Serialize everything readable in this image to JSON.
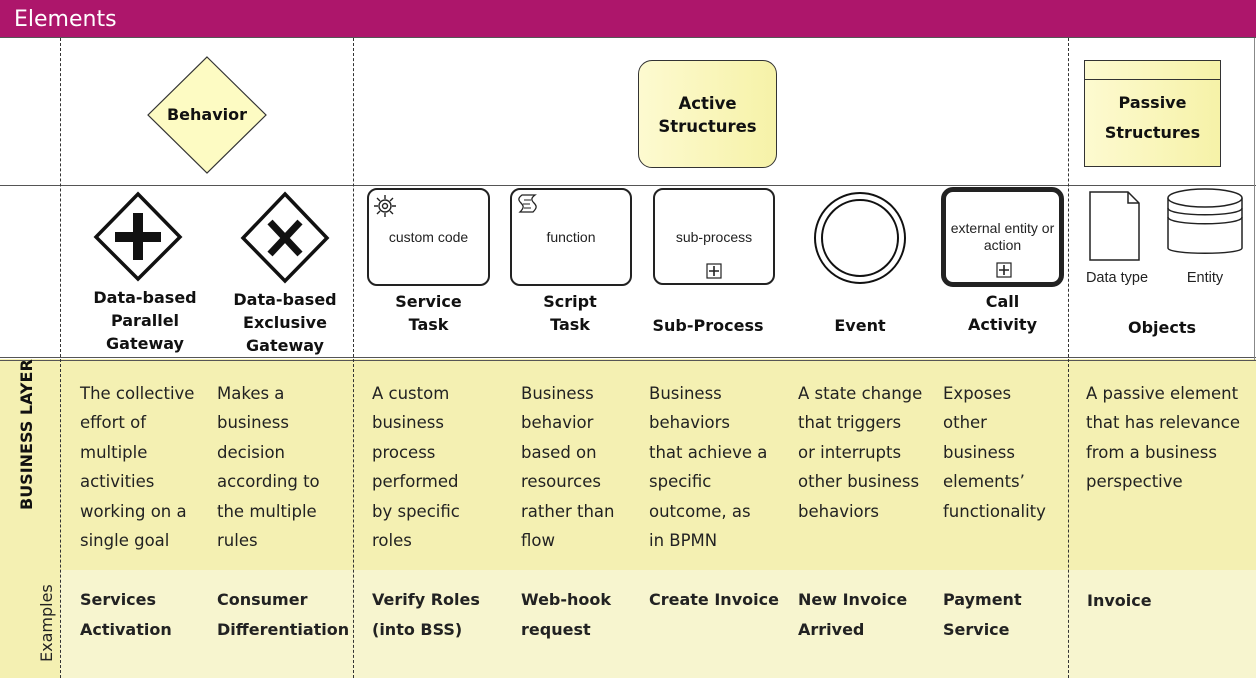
{
  "header": {
    "title": "Elements"
  },
  "categories": {
    "behavior": "Behavior",
    "active_structures": [
      "Active",
      "Structures"
    ],
    "passive_structures": [
      "Passive",
      "Structures"
    ]
  },
  "row_labels": {
    "business_layer": "BUSINESS LAYER",
    "examples": "Examples"
  },
  "shapes": {
    "service_task_text": "custom code",
    "script_task_text": "function",
    "sub_process_text": "sub-process",
    "call_activity_text": [
      "external entity or",
      "action"
    ],
    "data_type": "Data type",
    "entity": "Entity"
  },
  "icons": [
    "plus-gateway-icon",
    "x-gateway-icon",
    "gear-icon",
    "script-icon",
    "expand-plus-icon",
    "event-circle-icon",
    "document-icon",
    "database-icon"
  ],
  "colors": {
    "header": "#ad166b",
    "business_band": "#f4f0b2",
    "examples_band": "#f7f5cf",
    "shape_fill": "#f8f5ba"
  },
  "columns": [
    {
      "title": [
        "Data-based",
        "Parallel",
        "Gateway"
      ],
      "description": [
        "The collective",
        "effort of",
        "multiple",
        "activities",
        "working on a",
        "single goal"
      ],
      "example": [
        "Services",
        "Activation"
      ]
    },
    {
      "title": [
        "Data-based",
        "Exclusive",
        "Gateway"
      ],
      "description": [
        "Makes a",
        "business",
        "decision",
        "according to",
        "the multiple",
        "rules"
      ],
      "example": [
        "Consumer",
        "Differentiation"
      ]
    },
    {
      "title": [
        "Service",
        "Task"
      ],
      "description": [
        "A custom",
        "business",
        "process",
        "performed",
        "by specific",
        "roles"
      ],
      "example": [
        "Verify Roles",
        "(into BSS)"
      ]
    },
    {
      "title": [
        "Script",
        "Task"
      ],
      "description": [
        "Business",
        "behavior",
        "based on",
        "resources",
        "rather than",
        "flow"
      ],
      "example": [
        "Web-hook",
        "request"
      ]
    },
    {
      "title": [
        "Sub-Process"
      ],
      "description": [
        "Business",
        "behaviors",
        "that achieve a",
        "specific",
        "outcome, as",
        "in BPMN"
      ],
      "example": [
        "Create Invoice"
      ]
    },
    {
      "title": [
        "Event"
      ],
      "description": [
        "A state change",
        "that triggers",
        "or interrupts",
        "other business",
        "behaviors"
      ],
      "example": [
        "New Invoice",
        "Arrived"
      ]
    },
    {
      "title": [
        "Call",
        "Activity"
      ],
      "description": [
        "Exposes",
        "other",
        "business",
        "elements’",
        "functionality"
      ],
      "example": [
        "Payment",
        "Service"
      ]
    },
    {
      "title": [
        "Objects"
      ],
      "description": [
        "A passive element",
        "that has relevance",
        "from a business",
        "perspective"
      ],
      "example": [
        "Invoice"
      ]
    }
  ]
}
